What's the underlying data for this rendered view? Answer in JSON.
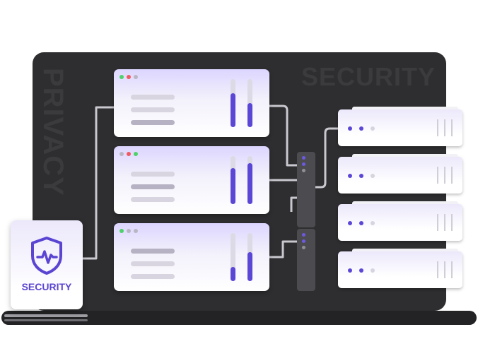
{
  "watermarks": {
    "security": "SECURITY",
    "privacy": "PRIVACY"
  },
  "badge": {
    "label": "SECURITY",
    "icon": "shield-pulse-icon"
  },
  "colors": {
    "accent": "#5b47d6",
    "red": "#f05a63",
    "green": "#4fd16a",
    "grey": "#b9b6c4"
  },
  "cards": [
    {
      "status_dots": [
        "green",
        "red",
        "grey"
      ],
      "meter_levels": [
        0.7,
        0.5
      ]
    },
    {
      "status_dots": [
        "grey",
        "red",
        "green"
      ],
      "meter_levels": [
        0.75,
        0.85
      ]
    },
    {
      "status_dots": [
        "green",
        "grey",
        "grey"
      ],
      "meter_levels": [
        0.3,
        0.6
      ]
    }
  ],
  "servers": [
    {
      "status_dots": [
        "accent",
        "accent",
        "grey"
      ]
    },
    {
      "status_dots": [
        "accent",
        "accent",
        "grey"
      ]
    },
    {
      "status_dots": [
        "accent",
        "accent",
        "grey"
      ]
    },
    {
      "status_dots": [
        "accent",
        "accent",
        "grey"
      ]
    }
  ]
}
